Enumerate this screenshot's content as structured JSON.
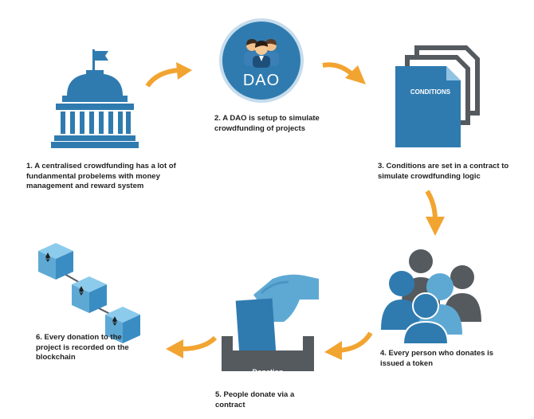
{
  "steps": [
    {
      "lines": [
        "1. A centralised crowdfunding has a lot of",
        "fundanmental probelems with money",
        "management and reward system"
      ]
    },
    {
      "lines": [
        "2. A DAO is setup to simulate",
        "crowdfunding of projects"
      ]
    },
    {
      "lines": [
        "3. Conditions are set in a contract to",
        "simulate crowdfunding logic"
      ]
    },
    {
      "lines": [
        "4. Every person who donates is",
        "issued a token"
      ]
    },
    {
      "lines": [
        "5. People donate via a",
        "contract"
      ]
    },
    {
      "lines": [
        "6. Every donation to the",
        "project is recorded on the",
        "blockchain"
      ]
    }
  ],
  "dao_label": "DAO",
  "conditions_label": "CONDITIONS",
  "donation_label": "Donation",
  "colors": {
    "primary_blue": "#2f7bb0",
    "light_blue": "#5ea9d4",
    "cube_blue": "#6fb6e0",
    "grey": "#555a5f",
    "arrow_orange": "#f2a431"
  },
  "icons": [
    "capitol-icon",
    "dao-people-icon",
    "documents-icon",
    "people-group-icon",
    "donation-box-icon",
    "blockchain-cubes-icon",
    "flow-arrow-icon"
  ]
}
